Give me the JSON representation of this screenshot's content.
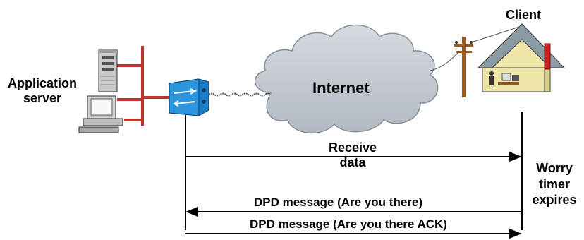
{
  "labels": {
    "application_server": [
      "Application",
      "server"
    ],
    "internet": "Internet",
    "client": "Client",
    "receive_data": [
      "Receive",
      "data"
    ],
    "worry_timer": [
      "Worry",
      "timer",
      "expires"
    ],
    "dpd_request": "DPD message (Are you there)",
    "dpd_ack": "DPD message (Are you there ACK)"
  },
  "icons": {
    "server_tower": "server-tower-icon",
    "workstation": "workstation-icon",
    "vpn_gateway": "vpn-gateway-icon",
    "cloud": "cloud-icon",
    "utility_pole": "utility-pole-icon",
    "house": "house-icon"
  },
  "colors": {
    "ethernet_bus": "#c0302f",
    "gateway_blue": "#1c7fc8",
    "cloud_fill": "#c3c8d0",
    "house_wall": "#eee6a8",
    "house_roof": "#8a9aa5",
    "chimney": "#cc1f1f",
    "pole": "#9a5a1c"
  },
  "messages": [
    {
      "text_key": "receive_data",
      "direction": "gateway-to-client"
    },
    {
      "text_key": "dpd_request",
      "direction": "client-to-gateway"
    },
    {
      "text_key": "dpd_ack",
      "direction": "gateway-to-client"
    }
  ]
}
